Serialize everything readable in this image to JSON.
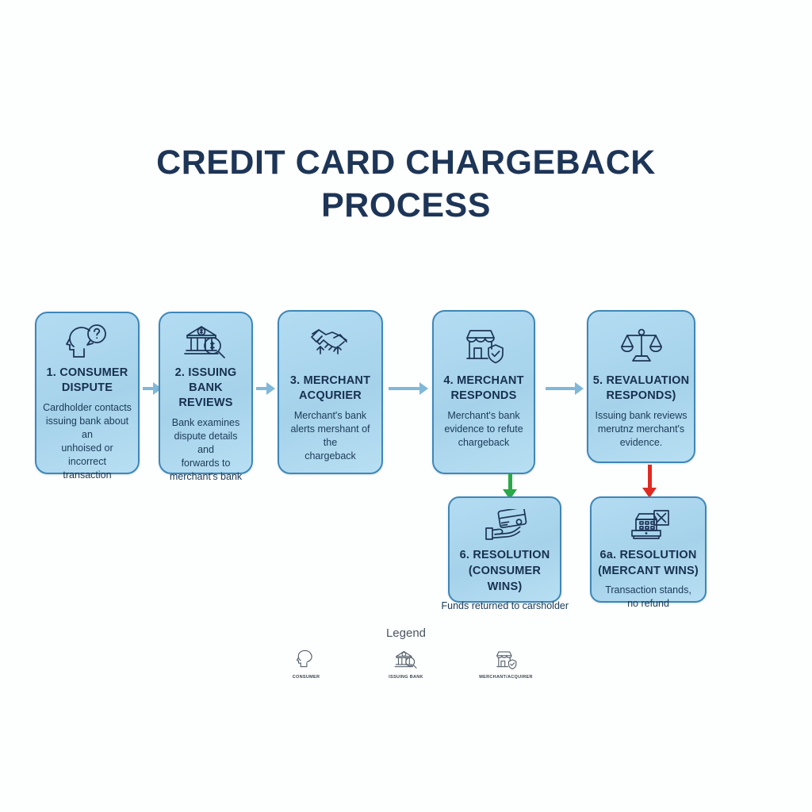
{
  "title": {
    "line1": "CREDIT CARD CHARGEBACK",
    "line2": "PROCESS"
  },
  "colors": {
    "background": "#fdfefe",
    "title_text": "#1d3557",
    "node_fill": "#a9d4ec",
    "node_border": "#3e87b8",
    "node_text": "#17304f",
    "arrow_blue": "#7fb8d8",
    "arrow_green": "#2aa84a",
    "arrow_red": "#e02b22",
    "icon_stroke": "#1d3557"
  },
  "steps": [
    {
      "id": "step-1",
      "title": "1. CONSUMER\nDISPUTE",
      "desc": "Cardholder contacts\nissuing bank about an\nunhoised or incorrect\ntransaction",
      "icon": "head-question-icon"
    },
    {
      "id": "step-2",
      "title": "2. ISSUING\nBANK REVIEWS",
      "desc": "Bank examines\ndispute details and\nforwards to\nmerchant's bank",
      "icon": "bank-magnifier-icon"
    },
    {
      "id": "step-3",
      "title": "3. MERCHANT\nACQURIER",
      "desc": "Merchant's bank\nalerts mershant of the\nchargeback",
      "icon": "handshake-icon"
    },
    {
      "id": "step-4",
      "title": "4. MERCHANT\nRESPONDS",
      "desc": "Merchant's bank\nevidence to refute\nchargeback",
      "icon": "storefront-shield-icon"
    },
    {
      "id": "step-5",
      "title": "5. REVALUATION\nRESPONDS)",
      "desc": "Issuing bank reviews\nmerutnz merchant's\nevidence.",
      "icon": "scales-icon"
    }
  ],
  "outcomes": [
    {
      "id": "step-6",
      "title": "6. RESOLUTION\n(CONSUMER WINS)",
      "desc": "Funds returned to carsholder",
      "icon": "hand-card-icon",
      "arrow_color": "green"
    },
    {
      "id": "step-6a",
      "title": "6a. RESOLUTION\n(MERCANT WINS)",
      "desc": "Transaction stands,\nno refund",
      "icon": "register-x-icon",
      "arrow_color": "red"
    }
  ],
  "legend": {
    "title": "Legend",
    "items": [
      {
        "label": "CONSUMER",
        "icon": "head-icon"
      },
      {
        "label": "ISSUING BANK",
        "icon": "bank-magnifier-icon"
      },
      {
        "label": "MERCHANT/ACQUIRER",
        "icon": "storefront-shield-icon"
      }
    ]
  }
}
